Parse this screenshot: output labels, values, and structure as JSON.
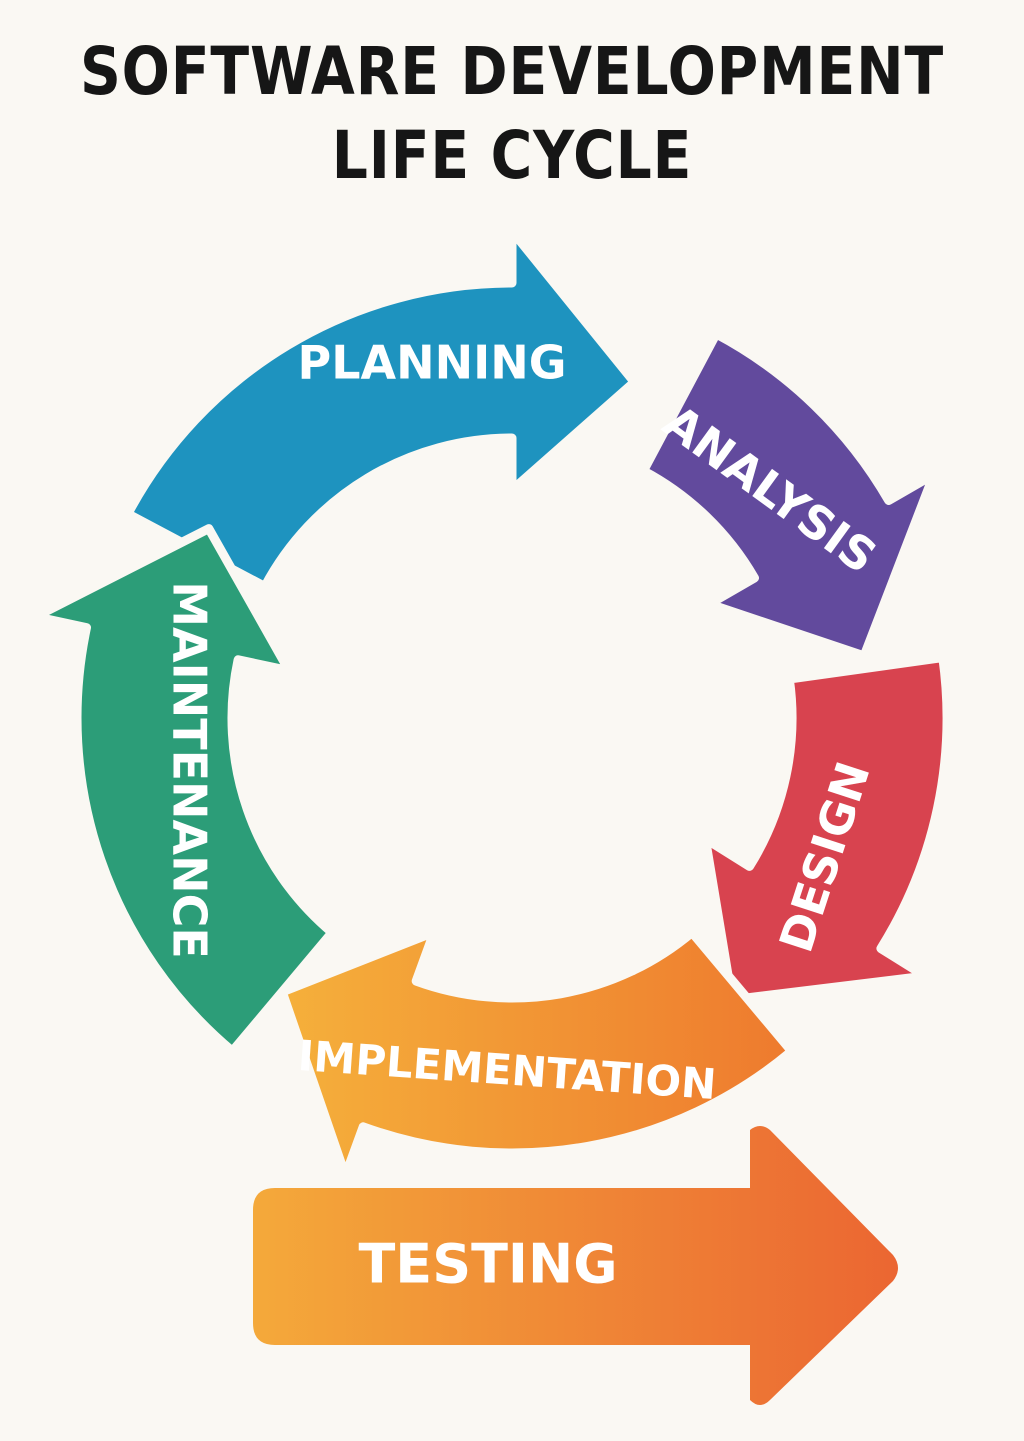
{
  "title": {
    "line1": "SOFTWARE DEVELOPMENT",
    "line2": "LIFE CYCLE"
  },
  "phases": [
    {
      "id": "planning",
      "label": "PLANNING",
      "color": "#1e93bf",
      "color2": "#1e93bf"
    },
    {
      "id": "analysis",
      "label": "ANALYSIS",
      "color": "#624a9d",
      "color2": "#624a9d"
    },
    {
      "id": "design",
      "label": "DESIGN",
      "color": "#d8434f",
      "color2": "#d8434f"
    },
    {
      "id": "implementation",
      "label": "IMPLEMENTATION",
      "color": "#ef7c2e",
      "color2": "#f4ae3a"
    },
    {
      "id": "maintenance",
      "label": "MAINTENANCE",
      "color": "#2c9d78",
      "color2": "#2c9d78"
    }
  ],
  "testing": {
    "label": "TESTING",
    "color": "#f3a83a",
    "color2": "#ec6a33"
  },
  "background": "#faf8f3"
}
